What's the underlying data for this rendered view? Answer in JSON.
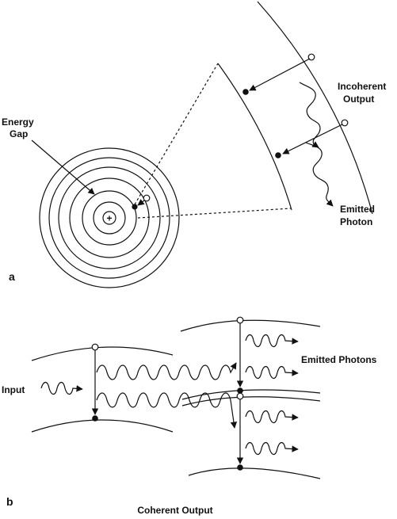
{
  "figure": {
    "panel_a": {
      "tag": "a",
      "energy_gap_label": [
        "Energy",
        "Gap"
      ],
      "nucleus_symbol": "+",
      "incoherent_output_label": [
        "Incoherent",
        "Output"
      ],
      "emitted_photon_label": [
        "Emitted",
        "Photon"
      ]
    },
    "panel_b": {
      "tag": "b",
      "input_label": "Input",
      "emitted_photons_label": "Emitted Photons",
      "coherent_output_label": "Coherent Output"
    }
  },
  "colors": {
    "ink": "#111111",
    "background": "#ffffff"
  }
}
